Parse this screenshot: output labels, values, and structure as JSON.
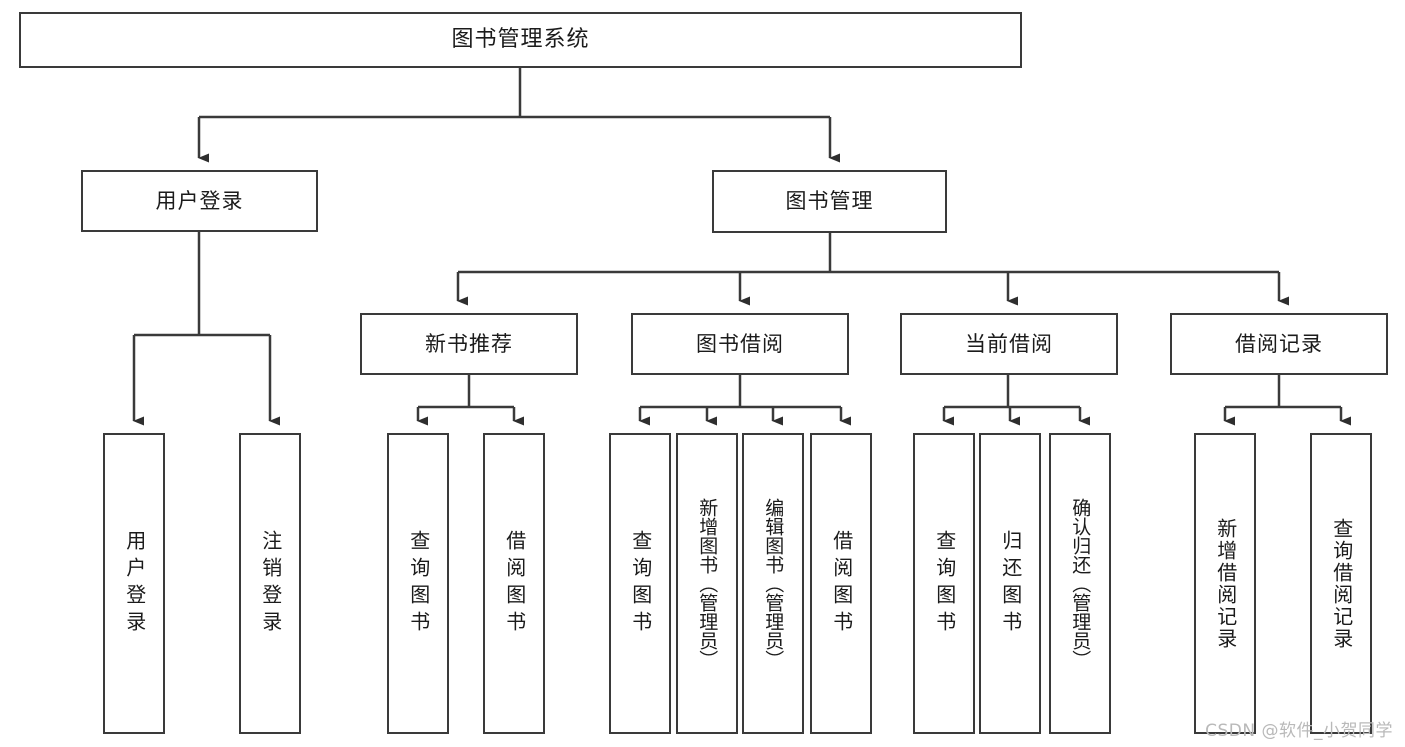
{
  "diagram": {
    "title": "图书管理系统",
    "type": "tree",
    "watermark": "CSDN @软件_小贺同学",
    "colors": {
      "box_border": "#3a3a3a",
      "box_fill": "#ffffff",
      "line": "#3a3a3a",
      "text": "#1b1b1b",
      "watermark": "#b9b9b9"
    },
    "nodes": {
      "root": {
        "label": "图书管理系统"
      },
      "level2": [
        {
          "id": "user-login",
          "label": "用户登录"
        },
        {
          "id": "book-manage",
          "label": "图书管理"
        }
      ],
      "level3": [
        {
          "id": "new-book-recommend",
          "label": "新书推荐"
        },
        {
          "id": "book-borrow",
          "label": "图书借阅"
        },
        {
          "id": "current-borrow",
          "label": "当前借阅"
        },
        {
          "id": "borrow-record",
          "label": "借阅记录"
        }
      ],
      "leaves": {
        "user-login": [
          {
            "id": "leaf-user-login",
            "label": "用户登录"
          },
          {
            "id": "leaf-logout-login",
            "label": "注销登录"
          }
        ],
        "new-book-recommend": [
          {
            "id": "leaf-query-book-1",
            "label": "查询图书"
          },
          {
            "id": "leaf-borrow-book-1",
            "label": "借阅图书"
          }
        ],
        "book-borrow": [
          {
            "id": "leaf-query-book-2",
            "label": "查询图书"
          },
          {
            "id": "leaf-add-book",
            "label": "新增图书（管理员）"
          },
          {
            "id": "leaf-edit-book",
            "label": "编辑图书（管理员）"
          },
          {
            "id": "leaf-borrow-book-2",
            "label": "借阅图书"
          }
        ],
        "current-borrow": [
          {
            "id": "leaf-query-book-3",
            "label": "查询图书"
          },
          {
            "id": "leaf-return-book",
            "label": "归还图书"
          },
          {
            "id": "leaf-confirm-return",
            "label": "确认归还（管理员）"
          }
        ],
        "borrow-record": [
          {
            "id": "leaf-add-record",
            "label": "新增借阅记录"
          },
          {
            "id": "leaf-query-record",
            "label": "查询借阅记录"
          }
        ]
      }
    }
  }
}
